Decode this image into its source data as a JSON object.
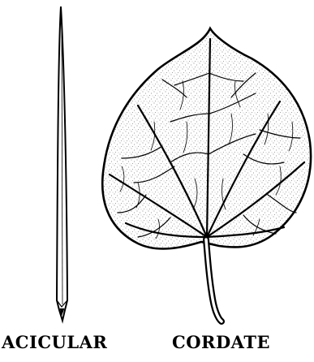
{
  "leaves": [
    {
      "id": "acicular",
      "label": "ACICULAR"
    },
    {
      "id": "cordate",
      "label": "CORDATE"
    }
  ],
  "colors": {
    "ink": "#000000",
    "paper": "#ffffff"
  }
}
